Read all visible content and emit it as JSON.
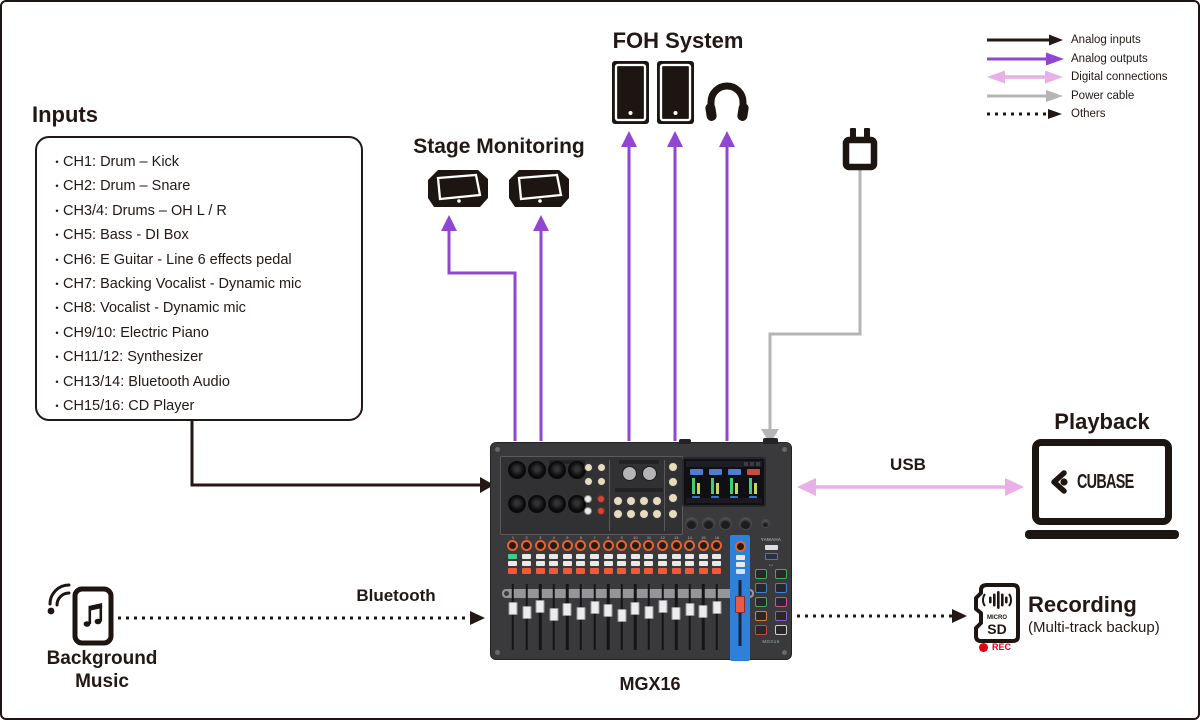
{
  "colors": {
    "line_black": "#231815",
    "analog_output_purple": "#9046d2",
    "digital_pink": "#e9afe7",
    "power_gray": "#b5b5b6",
    "mixer_orange": "#e8622d",
    "mixer_button_orange": "#ef5a3c",
    "master_blue": "#2e80d8",
    "rec_red": "#e60012"
  },
  "inputs": {
    "title": "Inputs",
    "items": [
      "CH1: Drum – Kick",
      "CH2: Drum – Snare",
      "CH3/4: Drums – OH L / R",
      "CH5: Bass - DI Box",
      "CH6: E Guitar - Line 6 effects pedal",
      "CH7: Backing Vocalist - Dynamic mic",
      "CH8: Vocalist - Dynamic mic",
      "CH9/10: Electric Piano",
      "CH11/12: Synthesizer",
      "CH13/14: Bluetooth Audio",
      "CH15/16: CD Player"
    ]
  },
  "legend": {
    "items": [
      {
        "label": "Analog inputs"
      },
      {
        "label": "Analog outputs"
      },
      {
        "label": "Digital connections"
      },
      {
        "label": "Power cable"
      },
      {
        "label": "Others"
      }
    ]
  },
  "sections": {
    "stage_monitoring": "Stage Monitoring",
    "foh": "FOH System",
    "playback": "Playback",
    "background_music_line1": "Background",
    "background_music_line2": "Music",
    "recording": "Recording",
    "recording_subtitle": "(Multi-track backup)"
  },
  "labels": {
    "usb": "USB",
    "bluetooth": "Bluetooth",
    "mixer_model": "MGX16"
  },
  "playback": {
    "brand": "CUBASE"
  },
  "recording": {
    "sd_micro": "MICRO",
    "sd_sd": "SD",
    "rec": "REC"
  },
  "mixer": {
    "brand": "YAMAHA",
    "panel_model": "MGX16",
    "channels": [
      "1",
      "2",
      "3",
      "4",
      "5",
      "6",
      "7",
      "8",
      "9",
      "10",
      "11",
      "12",
      "13",
      "14",
      "15",
      "16"
    ]
  }
}
